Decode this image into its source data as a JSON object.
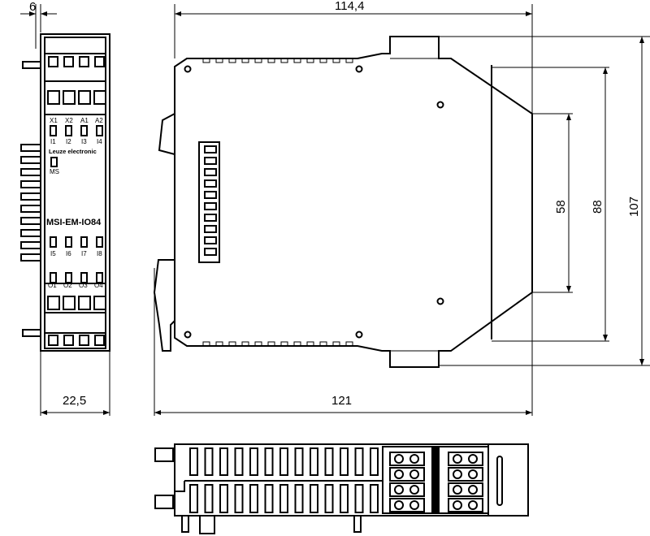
{
  "dimensions": {
    "front_depth_offset": "6",
    "overall_depth_top": "114,4",
    "front_width": "22,5",
    "overall_depth_bottom": "121",
    "height_inner": "58",
    "height_mid": "88",
    "height_total": "107"
  },
  "front_panel": {
    "top_terminals": [
      "X1",
      "X2",
      "A1",
      "A2"
    ],
    "leds_row1": [
      "I1",
      "I2",
      "I3",
      "I4"
    ],
    "brand": "Leuze electronic",
    "status_led": "MS",
    "model": "MSI-EM-IO84",
    "leds_row2": [
      "I5",
      "I6",
      "I7",
      "I8"
    ],
    "bottom_terminals": [
      "O1",
      "O2",
      "O3",
      "O4"
    ]
  }
}
